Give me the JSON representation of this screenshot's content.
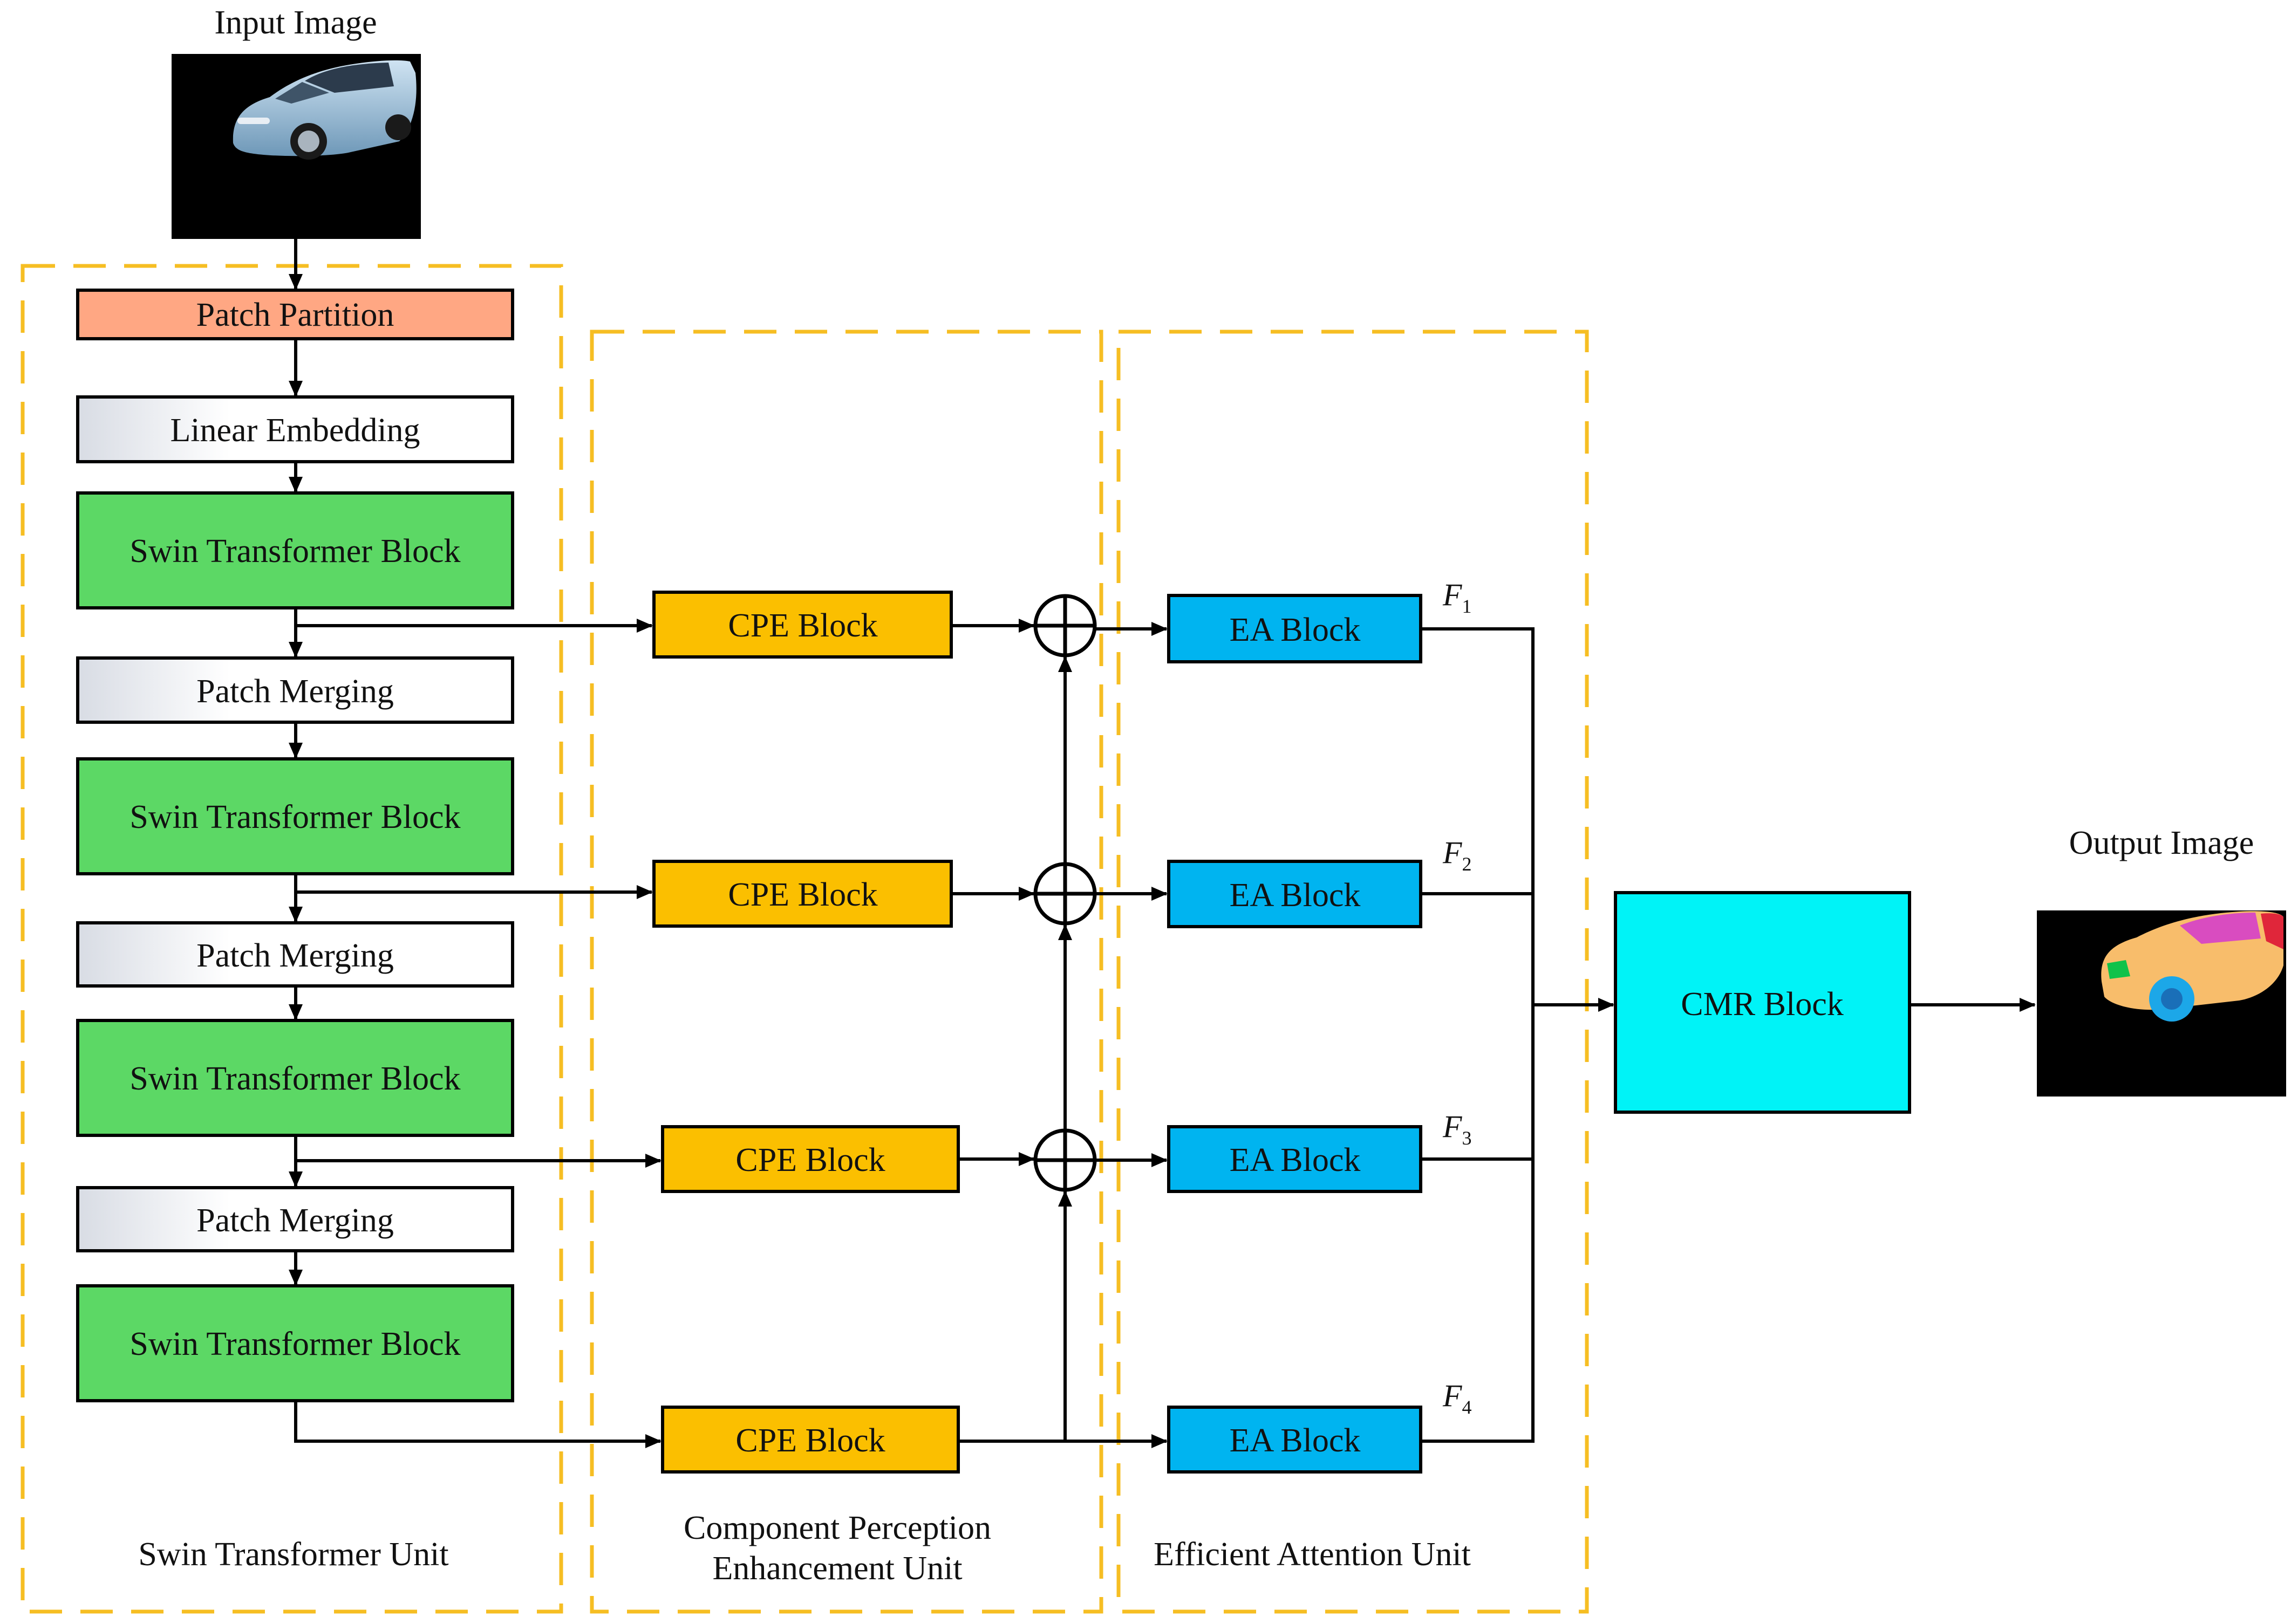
{
  "colors": {
    "patch_partition": "#FFA783",
    "swin_block": "#5CD865",
    "cpe_block": "#FBBF00",
    "ea_block": "#00B4F0",
    "cmr_block": "#00F3F7",
    "dashed_border": "#F6BE23",
    "photo_background": "#000000"
  },
  "images": {
    "input_label": "Input Image",
    "output_label": "Output Image"
  },
  "swin_unit": {
    "caption": "Swin Transformer Unit",
    "patch_partition": "Patch Partition",
    "linear_embedding": "Linear Embedding",
    "swin_block": "Swin Transformer Block",
    "patch_merging": "Patch Merging"
  },
  "cpe_unit": {
    "caption_line1": "Component Perception",
    "caption_line2": "Enhancement Unit",
    "block": "CPE Block"
  },
  "ea_unit": {
    "caption": "Efficient Attention Unit",
    "block": "EA Block"
  },
  "features": {
    "letter": "F",
    "indices": [
      "1",
      "2",
      "3",
      "4"
    ]
  },
  "cmr": {
    "block": "CMR Block"
  }
}
